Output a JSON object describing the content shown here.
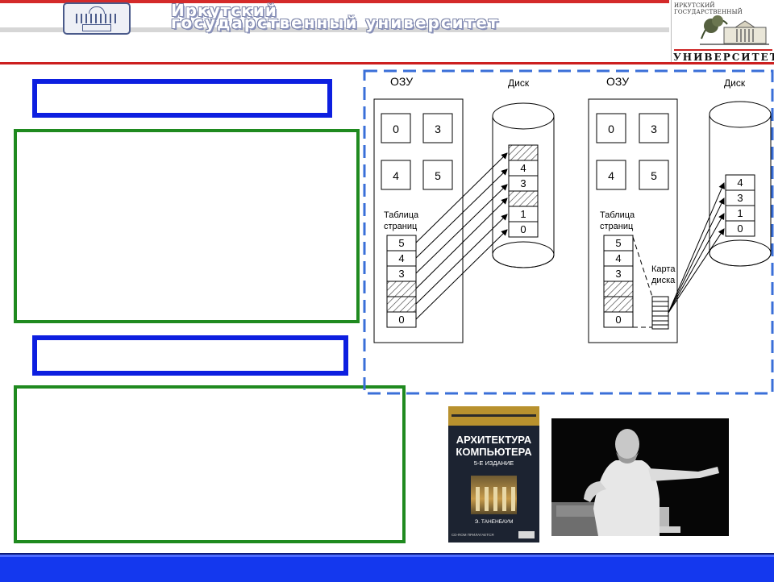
{
  "header": {
    "title_line1": "Иркутский",
    "title_line2": "государственный университет",
    "logo_icon": "university-emblem-icon",
    "uni_top": "ИРКУТСКИЙ ГОСУДАРСТВЕННЫЙ",
    "uni_bottom": "УНИВЕРСИТЕТ",
    "colors": {
      "stripe": "#d42a2a",
      "title_outline": "#7c84a8"
    }
  },
  "placeholders": {
    "heading_1": "",
    "content_1": "",
    "heading_2": "",
    "content_2": ""
  },
  "diagram": {
    "left": {
      "ram_label": "ОЗУ",
      "disk_label": "Диск",
      "frames": [
        "0",
        "3",
        "4",
        "5"
      ],
      "table_label_1": "Таблица",
      "table_label_2": "страниц",
      "page_table": [
        "5",
        "4",
        "3",
        "",
        "",
        "0"
      ],
      "disk_pages": [
        "",
        "4",
        "3",
        "",
        "1",
        "0"
      ]
    },
    "right": {
      "ram_label": "ОЗУ",
      "disk_label": "Диск",
      "frames": [
        "0",
        "3",
        "4",
        "5"
      ],
      "table_label_1": "Таблица",
      "table_label_2": "страниц",
      "page_table": [
        "5",
        "4",
        "3",
        "",
        "",
        "0"
      ],
      "disk_map_label_1": "Карта",
      "disk_map_label_2": "диска",
      "disk_pages": [
        "4",
        "3",
        "1",
        "0"
      ]
    },
    "colors": {
      "frame_border": "#3a6fd8"
    }
  },
  "book": {
    "title_line1": "АРХИТЕКТУРА",
    "title_line2": "КОМПЬЮТЕРА",
    "edition": "5-Е ИЗДАНИЕ",
    "author": "Э. ТАНЕНБАУМ",
    "footer": "CD-ROM ПРИЛАГАЕТСЯ"
  },
  "photo": {
    "icon": "lecturer-photo"
  },
  "footer": {
    "color": "#1438ee"
  }
}
